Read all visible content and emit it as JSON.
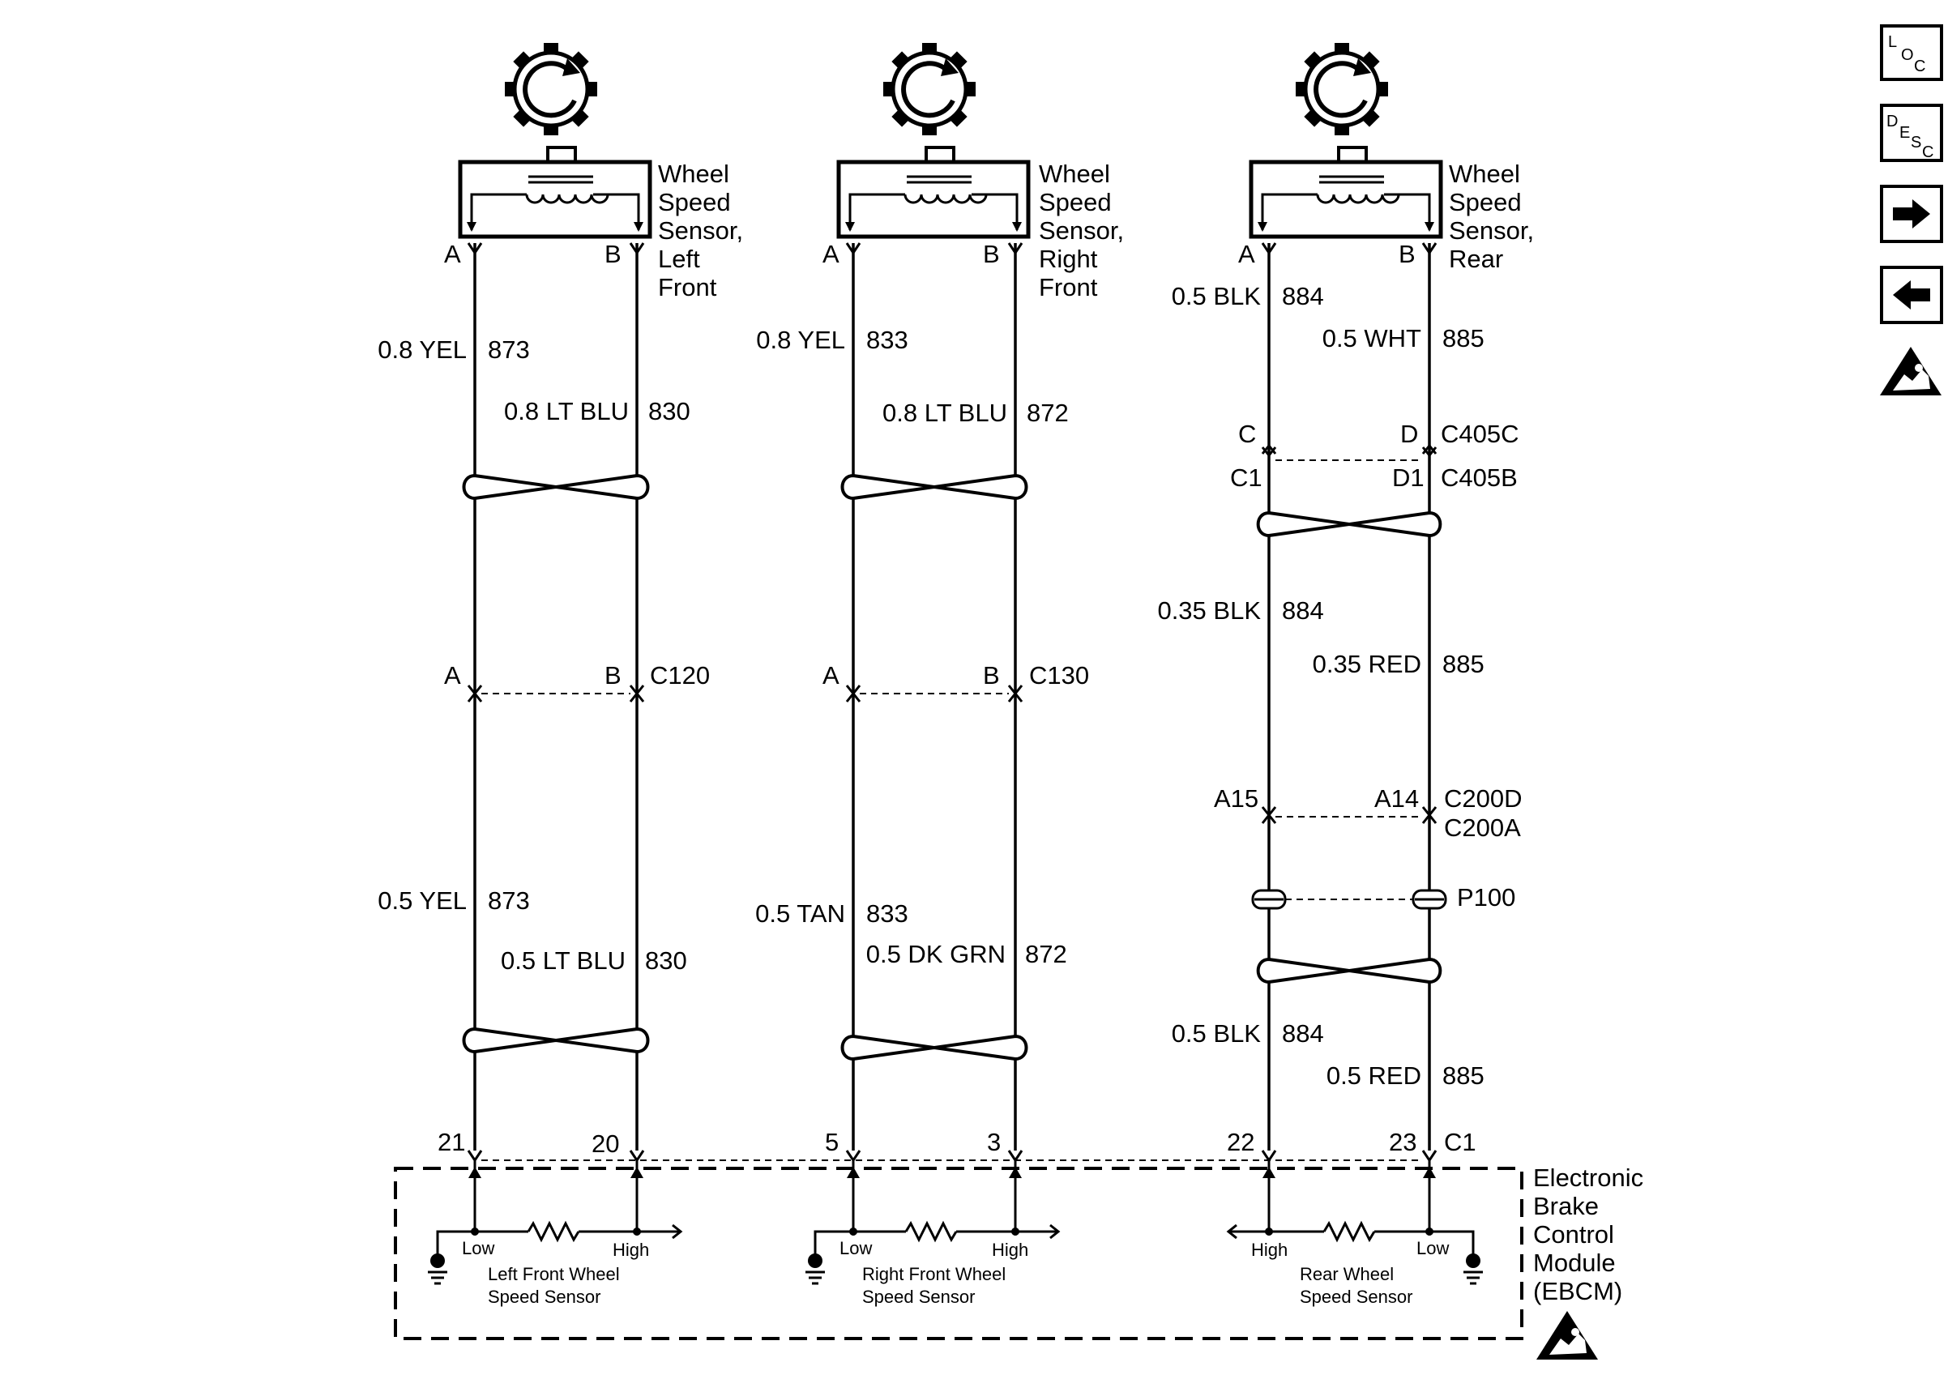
{
  "nav": {
    "loc_label": [
      "L",
      "O",
      "C"
    ],
    "desc_label": [
      "D",
      "E",
      "S",
      "C"
    ]
  },
  "sensors": {
    "left_front": {
      "name": [
        "Wheel",
        "Speed",
        "Sensor,",
        "Left",
        "Front"
      ],
      "pin_a": "A",
      "pin_b": "B"
    },
    "right_front": {
      "name": [
        "Wheel",
        "Speed",
        "Sensor,",
        "Right",
        "Front"
      ],
      "pin_a": "A",
      "pin_b": "B"
    },
    "rear": {
      "name": [
        "Wheel",
        "Speed",
        "Sensor,",
        "Rear"
      ],
      "pin_a": "A",
      "pin_b": "B"
    }
  },
  "wires": {
    "lf_upper_a": {
      "color": "0.8 YEL",
      "circuit": "873"
    },
    "lf_upper_b": {
      "color": "0.8 LT BLU",
      "circuit": "830"
    },
    "lf_lower_a": {
      "color": "0.5 YEL",
      "circuit": "873"
    },
    "lf_lower_b": {
      "color": "0.5 LT BLU",
      "circuit": "830"
    },
    "rf_upper_a": {
      "color": "0.8 YEL",
      "circuit": "833"
    },
    "rf_upper_b": {
      "color": "0.8 LT BLU",
      "circuit": "872"
    },
    "rf_lower_a": {
      "color": "0.5 TAN",
      "circuit": "833"
    },
    "rf_lower_b": {
      "color": "0.5 DK GRN",
      "circuit": "872"
    },
    "r_top_a": {
      "color": "0.5 BLK",
      "circuit": "884"
    },
    "r_top_b": {
      "color": "0.5 WHT",
      "circuit": "885"
    },
    "r_mid_a": {
      "color": "0.35 BLK",
      "circuit": "884"
    },
    "r_mid_b": {
      "color": "0.35 RED",
      "circuit": "885"
    },
    "r_low_a": {
      "color": "0.5 BLK",
      "circuit": "884"
    },
    "r_low_b": {
      "color": "0.5 RED",
      "circuit": "885"
    }
  },
  "connectors": {
    "c120": {
      "name": "C120",
      "pin_a": "A",
      "pin_b": "B"
    },
    "c130": {
      "name": "C130",
      "pin_a": "A",
      "pin_b": "B"
    },
    "c405c": {
      "name": "C405C",
      "pin_a": "C",
      "pin_b": "D"
    },
    "c405b": {
      "name": "C405B",
      "pin_a": "C1",
      "pin_b": "D1"
    },
    "c200d": {
      "name": "C200D",
      "pin_a": "A15",
      "pin_b": "A14"
    },
    "c200a": {
      "name": "C200A"
    },
    "p100": {
      "name": "P100"
    },
    "c1": {
      "name": "C1",
      "pins": [
        "21",
        "20",
        "5",
        "3",
        "22",
        "23"
      ]
    }
  },
  "ebcm": {
    "title": [
      "Electronic",
      "Brake",
      "Control",
      "Module",
      "(EBCM)"
    ],
    "low_label": "Low",
    "high_label": "High",
    "lf_sensor": [
      "Left Front Wheel",
      "Speed Sensor"
    ],
    "rf_sensor": [
      "Right Front Wheel",
      "Speed Sensor"
    ],
    "r_sensor": [
      "Rear Wheel",
      "Speed Sensor"
    ]
  }
}
